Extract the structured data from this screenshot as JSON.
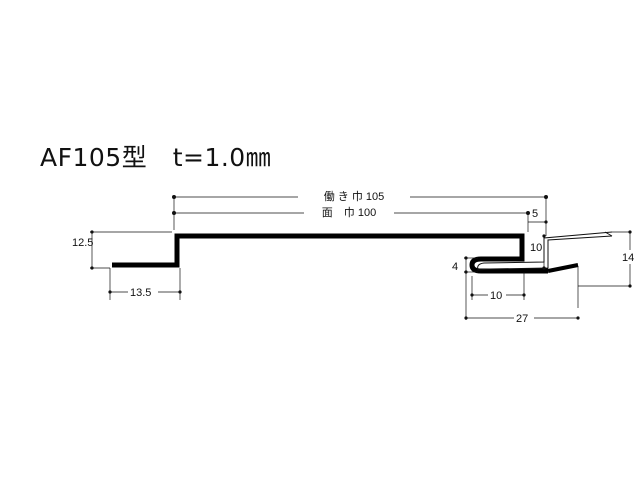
{
  "title": "AF105型　t=1.0㎜",
  "dimensions": {
    "working_width": "働 き 巾 105",
    "face_width": "面　巾 100",
    "d5": "5",
    "d10_vertical": "10",
    "d14": "14",
    "d4": "4",
    "d10_horizontal": "10",
    "d27": "27",
    "d12_5": "12.5",
    "d13_5": "13.5"
  }
}
